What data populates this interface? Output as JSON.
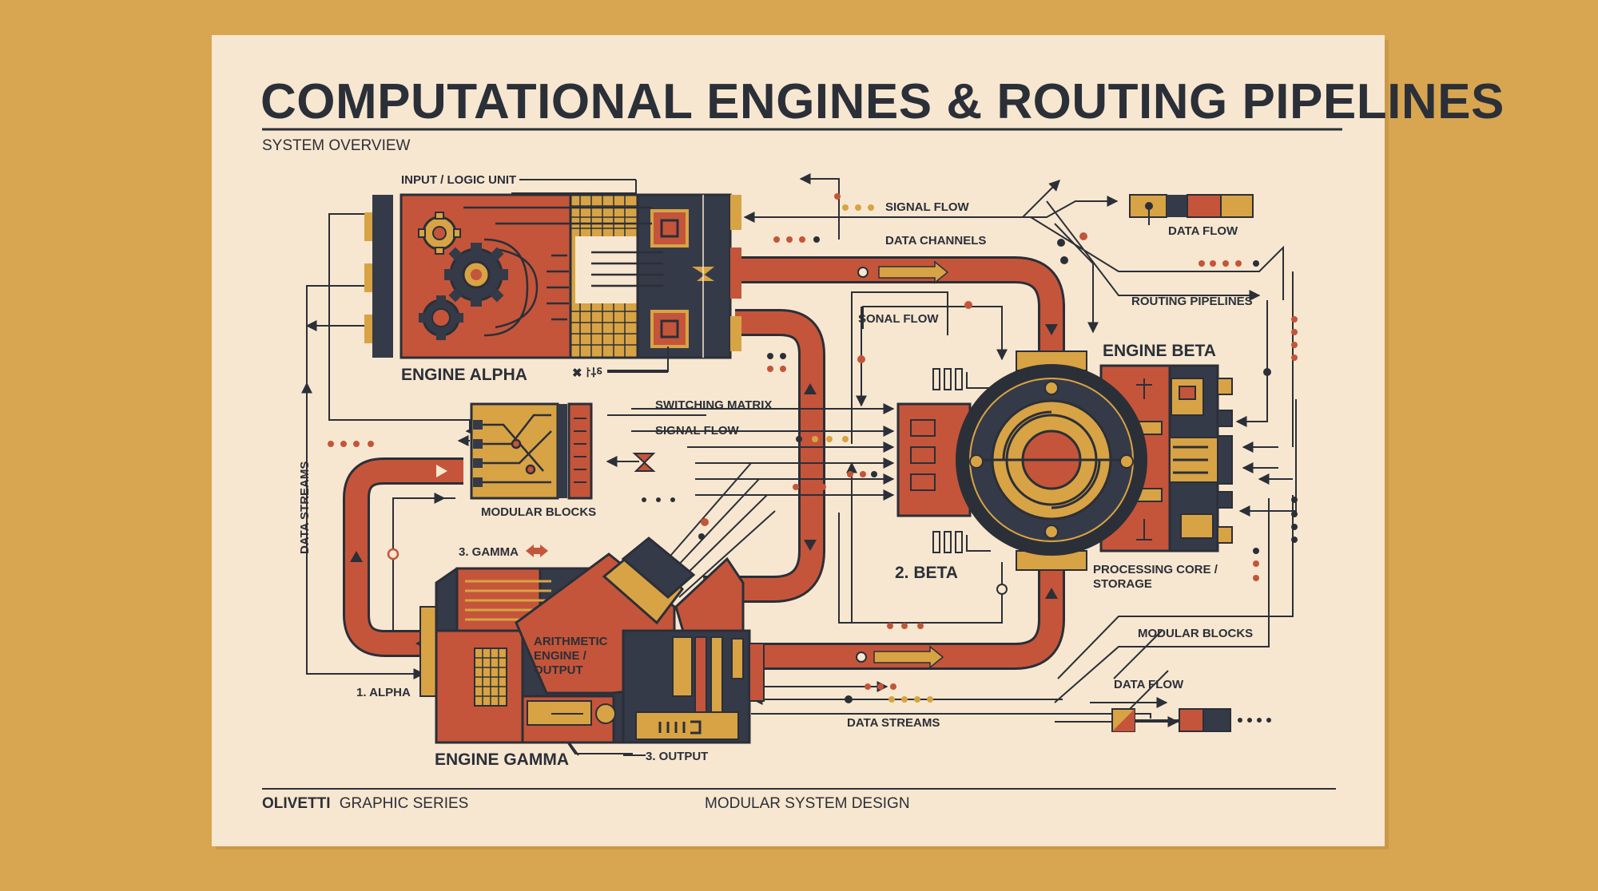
{
  "title": "COMPUTATIONAL ENGINES & ROUTING PIPELINES",
  "subtitle": "SYSTEM OVERVIEW",
  "labels": {
    "input_logic_unit": "INPUT / LOGIC UNIT",
    "engine_alpha": "ENGINE ALPHA",
    "alpha_code": "✖ ⸷⸸⸹",
    "signal_flow_top": "SIGNAL FLOW",
    "data_channels": "DATA CHANNELS",
    "data_flow_top": "DATA FLOW",
    "routing_pipelines": "ROUTING PIPELINES",
    "sonal_flow": "SONAL FLOW",
    "engine_beta": "ENGINE BETA",
    "switching_matrix": "SWITCHING MATRIX",
    "signal_flow_mid": "SIGNAL FLOW",
    "modular_blocks_left": "MODULAR BLOCKS",
    "data_streams_vertical": "DATA STREAMS",
    "gamma_num": "3. GAMMA",
    "beta_num": "2. BETA",
    "processing_core": "PROCESSING CORE /",
    "storage": "STORAGE",
    "arithmetic_1": "ARITHMETIC",
    "arithmetic_2": "ENGINE /",
    "arithmetic_3": "OUTPUT",
    "modular_blocks_right": "MODULAR BLOCKS",
    "data_flow_bottom": "DATA FLOW",
    "alpha_num": "1. ALPHA",
    "data_streams_bottom": "DATA STREAMS",
    "engine_gamma": "ENGINE GAMMA",
    "output_num": "3. OUTPUT"
  },
  "footer": {
    "brand": "OLIVETTI",
    "series": "GRAPHIC SERIES",
    "design": "MODULAR SYSTEM DESIGN"
  },
  "colors": {
    "background": "#d8a651",
    "paper": "#f7e7d0",
    "rust": "#c4553a",
    "navy": "#353a48",
    "mustard": "#d8a344",
    "ink": "#2b2f38"
  }
}
